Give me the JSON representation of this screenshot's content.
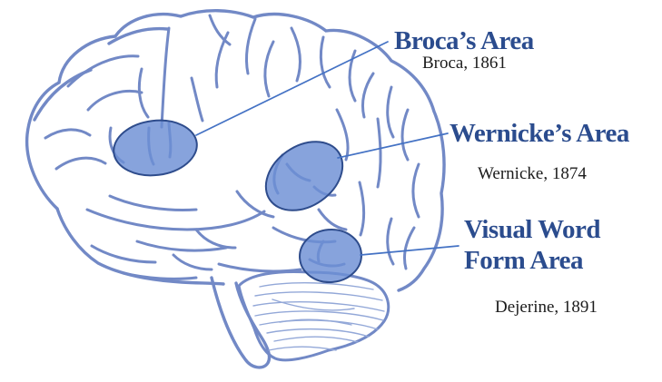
{
  "diagram": {
    "illustration": "brain-lateral-line-drawing",
    "regions": [
      {
        "id": "broca",
        "name": "Broca’s Area",
        "citation": "Broca, 1861"
      },
      {
        "id": "wernicke",
        "name": "Wernicke’s Area",
        "citation": "Wernicke, 1874"
      },
      {
        "id": "vwfa",
        "name": "Visual Word Form Area",
        "name_lines": [
          "Visual Word",
          "Form Area"
        ],
        "citation": "Dejerine, 1891"
      }
    ],
    "colors": {
      "heading_text": "#2B4C8E",
      "caption_text": "#1C1C1C",
      "brain_line": "#7289C6",
      "cerebellum_line": "#93A8D8",
      "region_fill": "#6D8FD4",
      "region_stroke": "#2E4C8C",
      "leader_line": "#4472C4",
      "background": "#FFFFFF"
    }
  }
}
